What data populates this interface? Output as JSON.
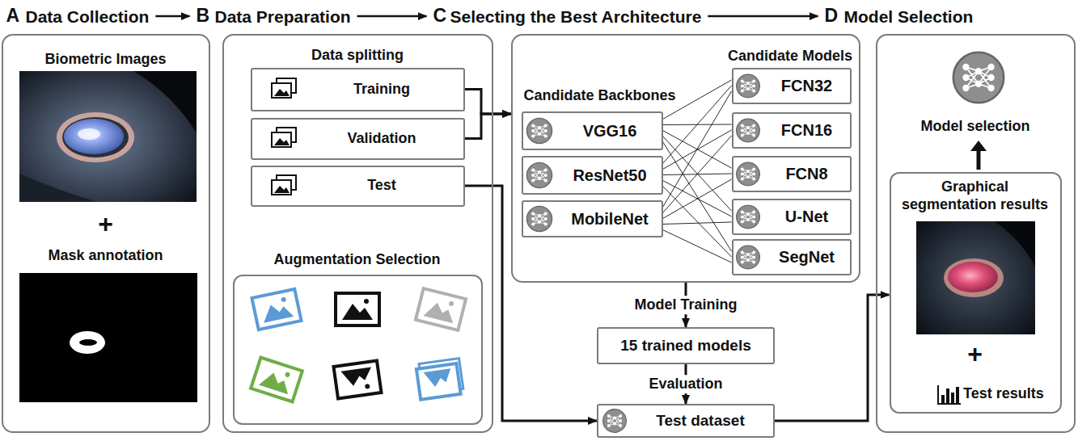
{
  "diagram": {
    "nodes": [
      {
        "text": [
          "A",
          "Data Collection",
          "Biometric Images",
          "+",
          "Mask annotation"
        ]
      },
      {
        "text": [
          "B",
          "Data Preparation",
          "Data splitting"
        ]
      },
      {
        "text": [
          "Training"
        ],
        "in": 1
      },
      {
        "text": [
          "Validation"
        ],
        "in": 1
      },
      {
        "text": [
          "Test"
        ],
        "in": 1
      },
      {
        "text": [
          "Augmentation Selection"
        ],
        "in": 1
      },
      {
        "text": [
          "C",
          "Selecting the Best Architecture",
          "Candidate Models",
          "Candidate Backbones"
        ]
      },
      {
        "text": [
          "VGG16"
        ],
        "in": 6
      },
      {
        "text": [
          "ResNet50"
        ],
        "in": 6
      },
      {
        "text": [
          "MobileNet"
        ],
        "in": 6
      },
      {
        "text": [
          "FCN32"
        ],
        "in": 6
      },
      {
        "text": [
          "FCN16"
        ],
        "in": 6
      },
      {
        "text": [
          "FCN8"
        ],
        "in": 6
      },
      {
        "text": [
          "U-Net"
        ],
        "in": 6
      },
      {
        "text": [
          "SegNet"
        ],
        "in": 6
      },
      {
        "text": [
          "15 trained models"
        ]
      },
      {
        "text": [
          "Test dataset"
        ]
      },
      {
        "text": [
          "D",
          "Model Selection",
          "Model selection"
        ]
      },
      {
        "text": [
          "Graphical segmentation results",
          "+",
          "Test results"
        ],
        "in": 17
      }
    ],
    "edges": [
      {
        "from": 0,
        "to": 1,
        "arrow": "to"
      },
      {
        "from": 1,
        "to": 6,
        "arrow": "to"
      },
      {
        "from": 6,
        "to": 17,
        "arrow": "to"
      },
      {
        "from": 2,
        "to": 6,
        "arrow": "to"
      },
      {
        "from": 3,
        "to": 6,
        "arrow": "to"
      },
      {
        "from": 4,
        "to": 16,
        "arrow": "to"
      },
      {
        "from": 7,
        "to": 10,
        "arrow": "none"
      },
      {
        "from": 7,
        "to": 11,
        "arrow": "none"
      },
      {
        "from": 7,
        "to": 12,
        "arrow": "none"
      },
      {
        "from": 7,
        "to": 13,
        "arrow": "none"
      },
      {
        "from": 7,
        "to": 14,
        "arrow": "none"
      },
      {
        "from": 8,
        "to": 10,
        "arrow": "none"
      },
      {
        "from": 8,
        "to": 11,
        "arrow": "none"
      },
      {
        "from": 8,
        "to": 12,
        "arrow": "none"
      },
      {
        "from": 8,
        "to": 13,
        "arrow": "none"
      },
      {
        "from": 8,
        "to": 14,
        "arrow": "none"
      },
      {
        "from": 9,
        "to": 10,
        "arrow": "none"
      },
      {
        "from": 9,
        "to": 11,
        "arrow": "none"
      },
      {
        "from": 9,
        "to": 12,
        "arrow": "none"
      },
      {
        "from": 9,
        "to": 13,
        "arrow": "none"
      },
      {
        "from": 9,
        "to": 14,
        "arrow": "none"
      },
      {
        "from": 6,
        "to": 15,
        "label": "Model Training",
        "arrow": "to"
      },
      {
        "from": 15,
        "to": 16,
        "label": "Evaluation",
        "arrow": "to"
      },
      {
        "from": 16,
        "to": 18,
        "arrow": "to"
      }
    ]
  }
}
